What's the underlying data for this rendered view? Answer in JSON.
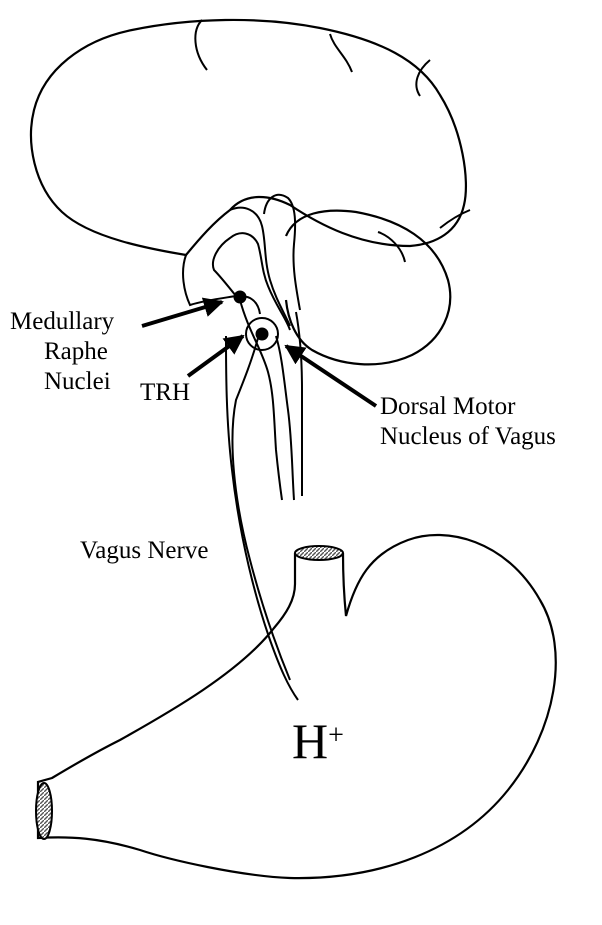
{
  "labels": {
    "medullary_raphe": [
      "Medullary",
      "Raphe",
      "Nuclei"
    ],
    "trh": "TRH",
    "dorsal_motor": [
      "Dorsal Motor",
      "Nucleus of Vagus"
    ],
    "vagus_nerve": "Vagus Nerve",
    "hplus_base": "H",
    "hplus_sign": "+"
  },
  "colors": {
    "ink": "#000000",
    "paper": "#ffffff",
    "lumen_hatch": "#555555"
  }
}
